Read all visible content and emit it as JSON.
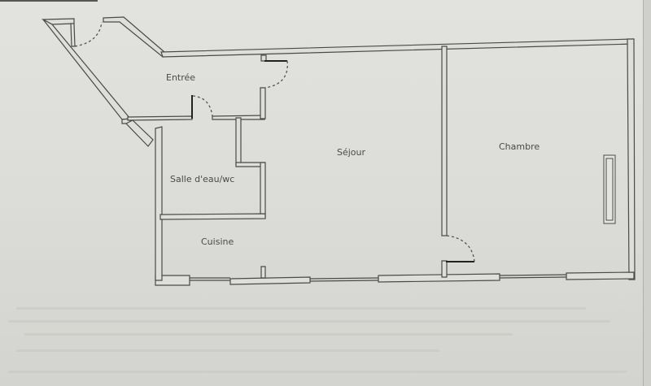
{
  "floor_plan": {
    "rooms": [
      {
        "id": "entree",
        "label": "Entrée"
      },
      {
        "id": "salle-deau",
        "label": "Salle d'eau/wc"
      },
      {
        "id": "cuisine",
        "label": "Cuisine"
      },
      {
        "id": "sejour",
        "label": "Séjour"
      },
      {
        "id": "chambre",
        "label": "Chambre"
      }
    ],
    "colors": {
      "paper": "#dcdcd8",
      "wall_line": "#4a4a4a",
      "label": "#4a4a4a"
    }
  }
}
